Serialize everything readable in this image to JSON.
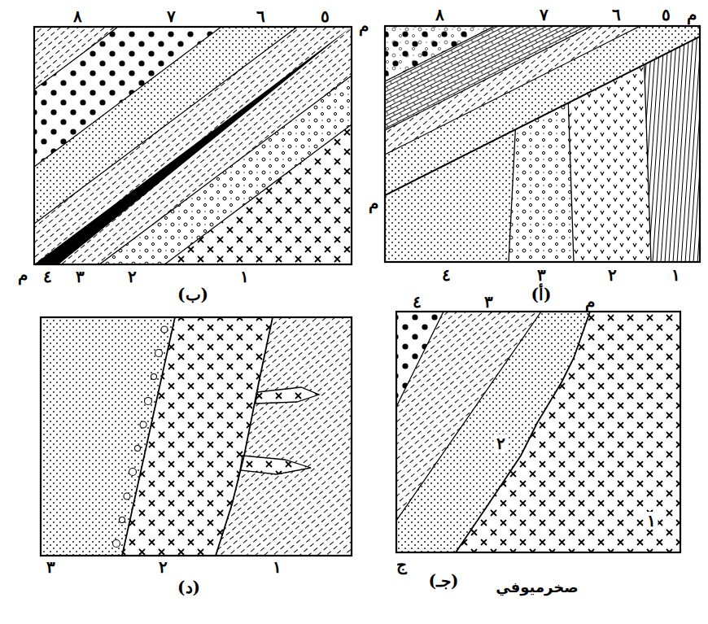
{
  "diagram": {
    "labels": [
      "٨",
      "٧",
      "٦",
      "٥",
      "م",
      "م",
      "٤",
      "٣",
      "٢",
      "١",
      "(أ)",
      "٨",
      "٧",
      "٦",
      "٥",
      "م",
      "م",
      "٤",
      "٣",
      "٢",
      "١",
      "(ب)",
      "٤",
      "٣",
      "م",
      "ج",
      "١",
      "٢",
      "(جـ)",
      "صخرميوفي",
      "٣",
      "٢",
      "١",
      "(د)"
    ]
  }
}
